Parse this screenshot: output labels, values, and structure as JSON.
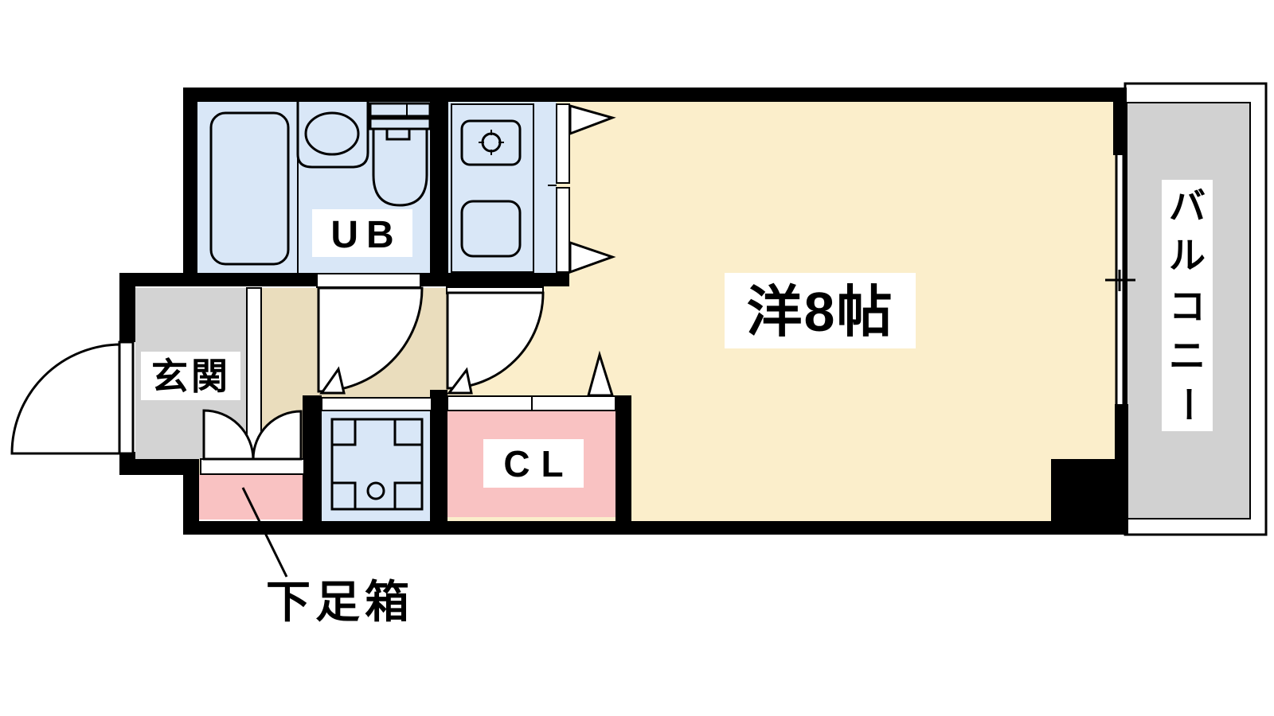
{
  "diagram": {
    "kind": "apartment-floor-plan",
    "layout_type": "1R / studio"
  },
  "rooms": {
    "unit_bath": {
      "label": "UB"
    },
    "entrance": {
      "label": "玄関"
    },
    "western_room": {
      "label": "洋8帖"
    },
    "closet": {
      "label": "CL"
    },
    "shoe_box": {
      "label": "下足箱"
    },
    "balcony": {
      "label": "バルコニー",
      "chars": [
        "バ",
        "ル",
        "コ",
        "ニ",
        "ー"
      ]
    }
  },
  "colors": {
    "wall": "#000000",
    "line": "#000000",
    "room_cream": "#FBEECB",
    "hall_beige": "#EADDBD",
    "wet_blue": "#D9E7F7",
    "closet_pink": "#F9C2C2",
    "entry_gray": "#D3D3D3",
    "balcony_gray": "#D1D1D1",
    "label_bg": "#FFFFFF"
  }
}
